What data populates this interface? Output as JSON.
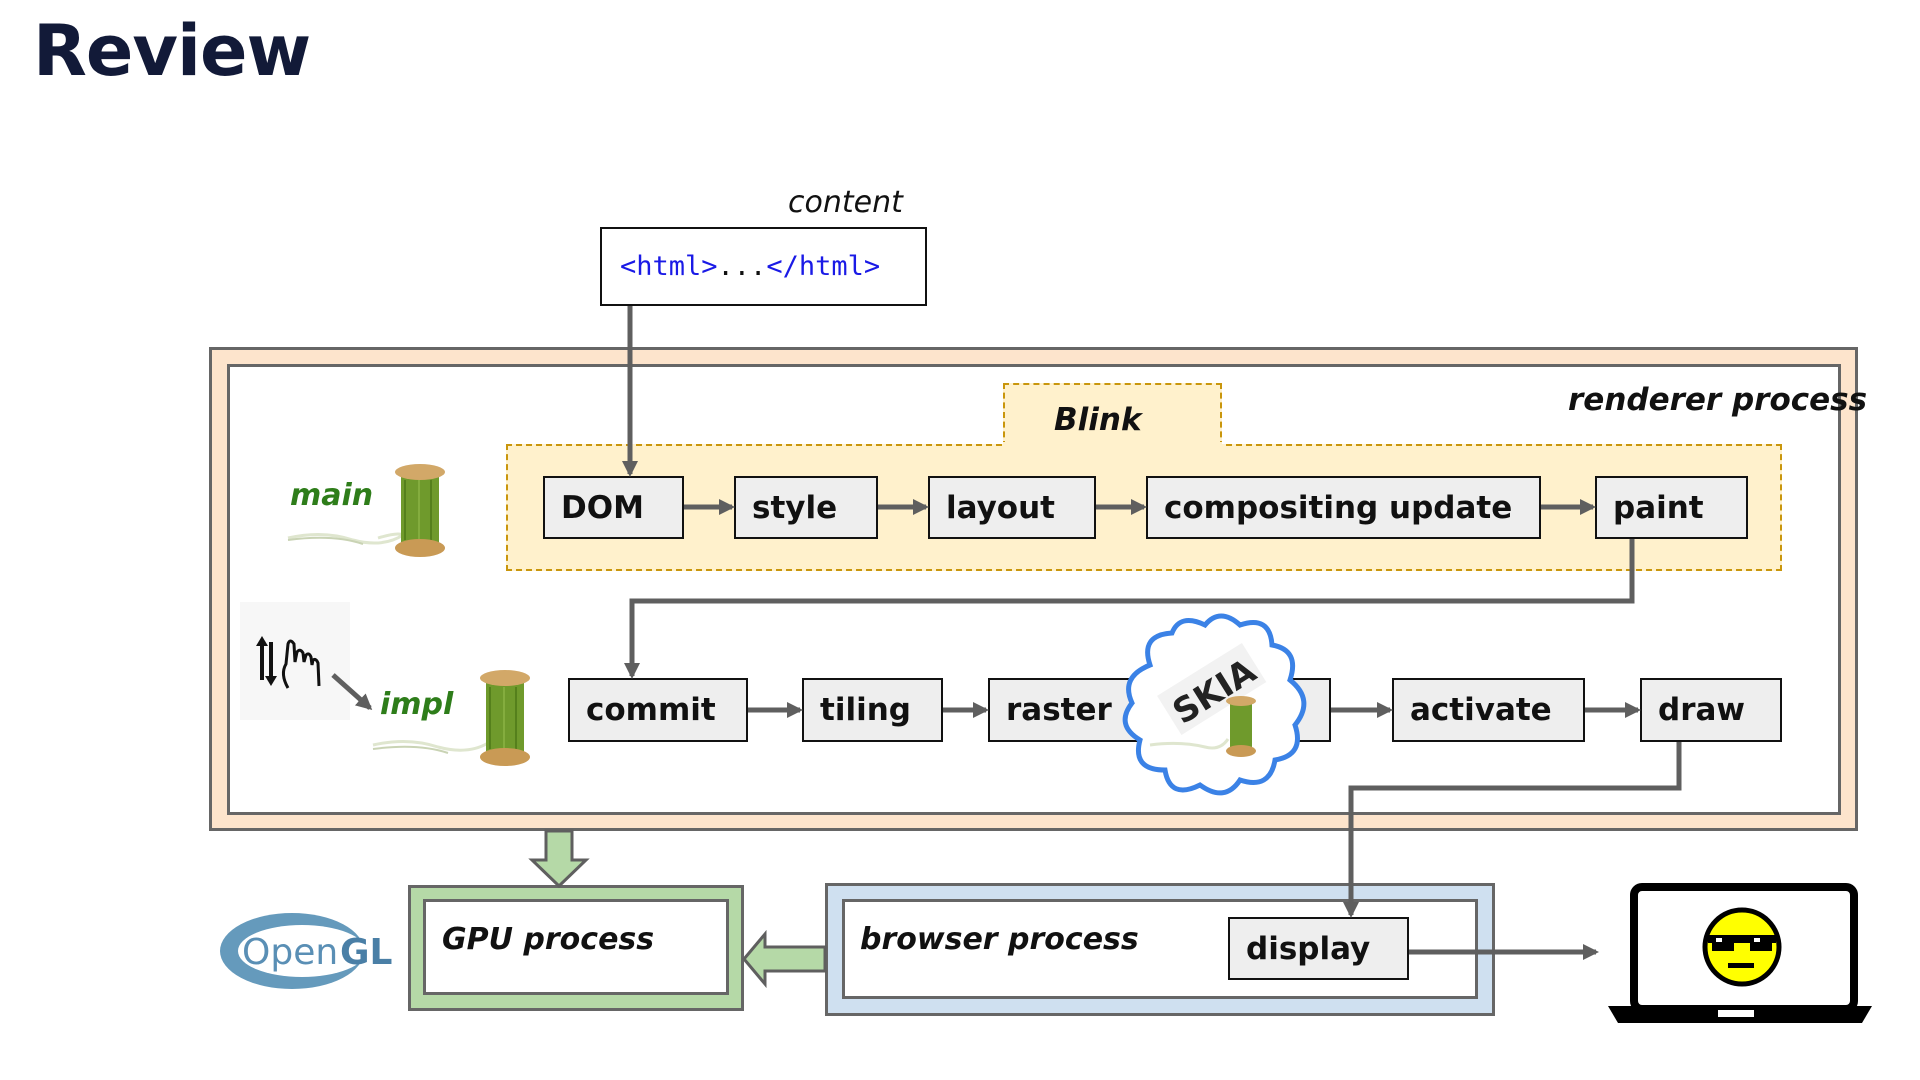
{
  "slide": {
    "title": "Review"
  },
  "content": {
    "label": "content",
    "code_open": "<html>",
    "code_dots": "...",
    "code_close": "</html>"
  },
  "renderer_process": {
    "label": "renderer process",
    "blink_label": "Blink",
    "main_thread_label": "main",
    "impl_thread_label": "impl",
    "main_stages": [
      "DOM",
      "style",
      "layout",
      "compositing update",
      "paint"
    ],
    "impl_stages": [
      "commit",
      "tiling",
      "raster",
      "",
      "activate",
      "draw"
    ],
    "skia_logo_text": "SKIA"
  },
  "gpu_process": {
    "label": "GPU process",
    "api_logo_text": "OpenGL"
  },
  "browser_process": {
    "label": "browser process",
    "display_stage": "display"
  },
  "colors": {
    "renderer_band": "#fde4cc",
    "blink_fill": "#fff1cc",
    "blink_dash": "#c9960c",
    "gpu_band": "#b5d9a7",
    "browser_band": "#cfe0f0",
    "thread_label": "#2e7d1a",
    "stage_fill": "#eeeeee",
    "arrow": "#5f5f5f",
    "skia_cloud": "#3b82e6"
  },
  "icons": {
    "thread_spool": "spool-of-thread-icon",
    "input_scroll": "scroll-touch-input-icon",
    "monitor": "laptop-with-cool-smiley-icon"
  }
}
